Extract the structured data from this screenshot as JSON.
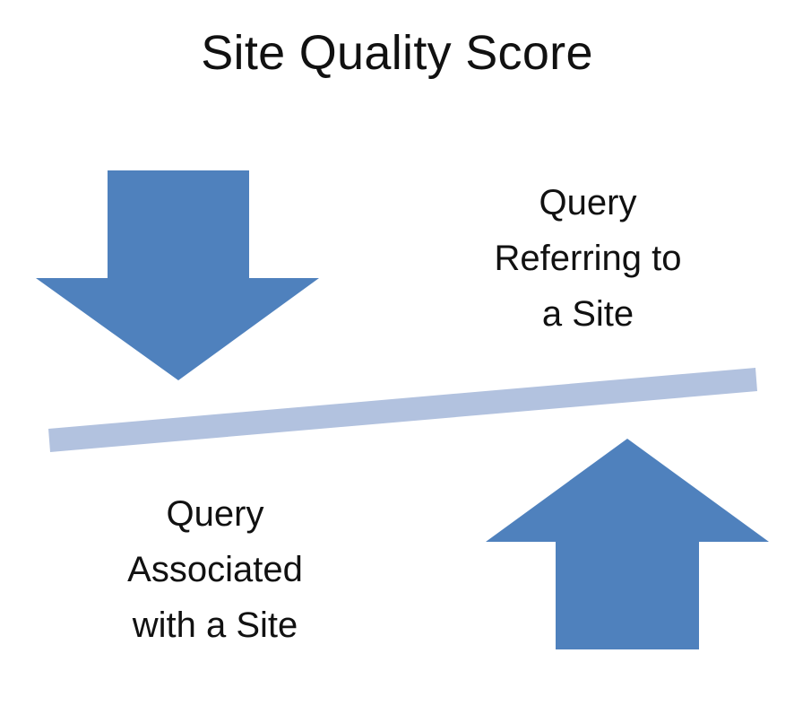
{
  "title": "Site Quality Score",
  "labels": {
    "top_right": [
      "Query",
      "Referring to",
      "a Site"
    ],
    "bottom_left": [
      "Query",
      "Associated",
      "with a Site"
    ]
  },
  "colors": {
    "arrow_fill": "#4f81bd",
    "bar_fill": "#b2c2df",
    "text": "#111111",
    "background": "#ffffff"
  },
  "icons": {
    "down_arrow": "down-arrow-icon",
    "up_arrow": "up-arrow-icon",
    "balance_bar": "balance-bar"
  }
}
